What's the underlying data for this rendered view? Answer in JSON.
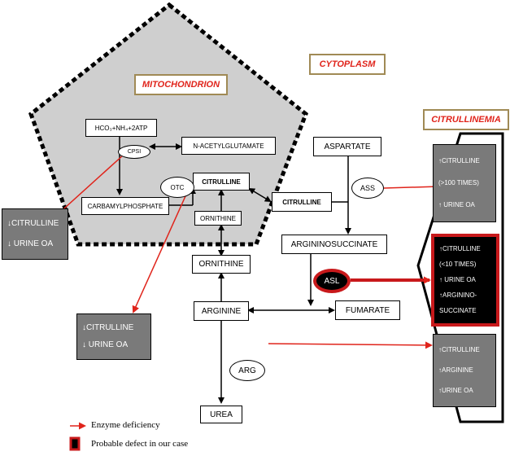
{
  "titles": {
    "mitochondrion": "MITOCHONDRION",
    "cytoplasm": "CYTOPLASM",
    "citrullinemia": "CITRULLINEMIA"
  },
  "nodes": {
    "hco3": "HCO₃+NH₄+2ATP",
    "nacetyl": "N-ACETYLGLUTAMATE",
    "carbamyl": "CARBAMYLPHOSPHATE",
    "citrulline_mito": "CITRULLINE",
    "ornithine_mito": "ORNITHINE",
    "citrulline_cyto": "CITRULLINE",
    "aspartate": "ASPARTATE",
    "argininosuccinate": "ARGININOSUCCINATE",
    "ornithine": "ORNITHINE",
    "arginine": "ARGININE",
    "fumarate": "FUMARATE",
    "urea": "UREA"
  },
  "enzymes": {
    "cpsi": "CPSI",
    "otc": "OTC",
    "ass": "ASS",
    "asl": "ASL",
    "arg": "ARG"
  },
  "panels": {
    "cpsi_deficiency": [
      "↓CITRULLINE",
      "↓ URINE OA"
    ],
    "otc_deficiency": [
      "↓CITRULLINE",
      "↓ URINE OA"
    ],
    "ass_deficiency": [
      "↑CITRULLINE",
      "(>100 TIMES)",
      "↑ URINE OA"
    ],
    "asl_deficiency": [
      "↑CITRULLINE",
      "(<10 TIMES)",
      "↑ URINE OA",
      "↑ARGININO-",
      "SUCCINATE"
    ],
    "arg_deficiency": [
      "↑CITRULLINE",
      "↑ARGININE",
      "↑URINE OA"
    ]
  },
  "legend": {
    "enzyme_deficiency": "Enzyme deficiency",
    "probable_defect": "Probable defect in our case"
  },
  "colors": {
    "deficiency_arrow": "#e0241b",
    "title_text": "#e0241b",
    "title_border": "#a08a55",
    "mito_fill": "#cfcfcf",
    "panel_grey": "#7a7a7a"
  }
}
